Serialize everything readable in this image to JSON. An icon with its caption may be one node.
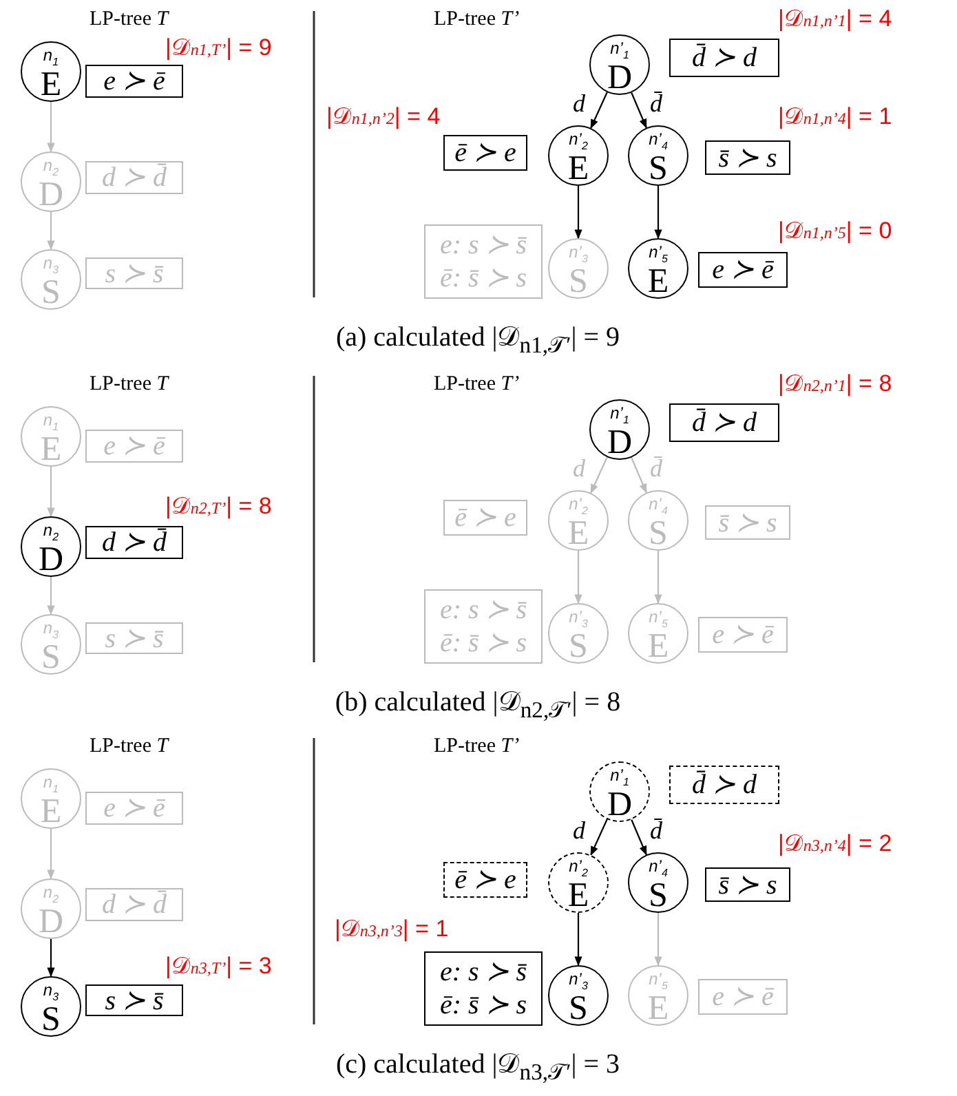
{
  "diagram": {
    "nodes": [
      {
        "text": [
          "n$_{1}$",
          "E"
        ]
      },
      {
        "text": [
          "e ≻ ē"
        ]
      },
      {
        "text": [
          "n$_{2}$",
          "D"
        ]
      },
      {
        "text": [
          "d ≻ d̄"
        ]
      },
      {
        "text": [
          "n$_{3}$",
          "S"
        ]
      },
      {
        "text": [
          "s ≻ s̄"
        ]
      },
      {
        "text": [
          "n’$_{1}$",
          "D"
        ]
      },
      {
        "text": [
          "d̄ ≻ d"
        ]
      },
      {
        "text": [
          "n’$_{2}$",
          "E"
        ]
      },
      {
        "text": [
          "ē ≻ e"
        ]
      },
      {
        "text": [
          "n’$_{4}$",
          "S"
        ]
      },
      {
        "text": [
          "s̄ ≻ s"
        ]
      },
      {
        "text": [
          "n’$_{3}$",
          "S"
        ]
      },
      {
        "text": [
          "e: s ≻ s̄",
          "ē: s̄ ≻ s"
        ]
      },
      {
        "text": [
          "n’$_{5}$",
          "E"
        ]
      },
      {
        "text": [
          "e ≻ ē"
        ]
      },
      {
        "text": [
          "n$_{1}$",
          "E"
        ]
      },
      {
        "text": [
          "e ≻ ē"
        ]
      },
      {
        "text": [
          "n$_{2}$",
          "D"
        ]
      },
      {
        "text": [
          "d ≻ d̄"
        ]
      },
      {
        "text": [
          "n$_{3}$",
          "S"
        ]
      },
      {
        "text": [
          "s ≻ s̄"
        ]
      },
      {
        "text": [
          "n’$_{1}$",
          "D"
        ]
      },
      {
        "text": [
          "d̄ ≻ d"
        ]
      },
      {
        "text": [
          "n’$_{2}$",
          "E"
        ]
      },
      {
        "text": [
          "ē ≻ e"
        ]
      },
      {
        "text": [
          "n’$_{4}$",
          "S"
        ]
      },
      {
        "text": [
          "s̄ ≻ s"
        ]
      },
      {
        "text": [
          "n’$_{3}$",
          "S"
        ]
      },
      {
        "text": [
          "e: s ≻ s̄",
          "ē: s̄ ≻ s"
        ]
      },
      {
        "text": [
          "n’$_{5}$",
          "E"
        ]
      },
      {
        "text": [
          "e ≻ ē"
        ]
      },
      {
        "text": [
          "n$_{1}$",
          "E"
        ]
      },
      {
        "text": [
          "e ≻ ē"
        ]
      },
      {
        "text": [
          "n$_{2}$",
          "D"
        ]
      },
      {
        "text": [
          "d ≻ d̄"
        ]
      },
      {
        "text": [
          "n$_{3}$",
          "S"
        ]
      },
      {
        "text": [
          "s ≻ s̄"
        ]
      },
      {
        "text": [
          "n’$_{1}$",
          "D"
        ]
      },
      {
        "text": [
          "d̄ ≻ d"
        ]
      },
      {
        "text": [
          "n’$_{2}$",
          "E"
        ]
      },
      {
        "text": [
          "ē ≻ e"
        ]
      },
      {
        "text": [
          "n’$_{4}$",
          "S"
        ]
      },
      {
        "text": [
          "s̄ ≻ s"
        ]
      },
      {
        "text": [
          "n’$_{3}$",
          "S"
        ]
      },
      {
        "text": [
          "e: s ≻ s̄",
          "ē: s̄ ≻ s"
        ]
      },
      {
        "text": [
          "n’$_{5}$",
          "E"
        ]
      },
      {
        "text": [
          "e ≻ ē"
        ]
      }
    ],
    "edges": [
      {
        "from": 0,
        "to": 2,
        "arrow": "to"
      },
      {
        "from": 2,
        "to": 4,
        "arrow": "to"
      },
      {
        "from": 6,
        "to": 8,
        "arrow": "to",
        "label": "d",
        "color": "#000000"
      },
      {
        "from": 6,
        "to": 10,
        "arrow": "to",
        "label": "d̄",
        "color": "#000000"
      },
      {
        "from": 8,
        "to": 12,
        "arrow": "to",
        "color": "#000000"
      },
      {
        "from": 10,
        "to": 14,
        "arrow": "to",
        "color": "#000000"
      },
      {
        "from": 16,
        "to": 18,
        "arrow": "to"
      },
      {
        "from": 18,
        "to": 20,
        "arrow": "to"
      },
      {
        "from": 22,
        "to": 24,
        "arrow": "to",
        "label": "d"
      },
      {
        "from": 22,
        "to": 26,
        "arrow": "to",
        "label": "d̄"
      },
      {
        "from": 24,
        "to": 28,
        "arrow": "to"
      },
      {
        "from": 26,
        "to": 30,
        "arrow": "to"
      },
      {
        "from": 32,
        "to": 34,
        "arrow": "to"
      },
      {
        "from": 34,
        "to": 36,
        "arrow": "to",
        "color": "#000000"
      },
      {
        "from": 38,
        "to": 40,
        "arrow": "to",
        "label": "d",
        "color": "#000000"
      },
      {
        "from": 38,
        "to": 42,
        "arrow": "to",
        "label": "d̄",
        "color": "#000000"
      },
      {
        "from": 40,
        "to": 44,
        "arrow": "to",
        "color": "#000000"
      },
      {
        "from": 42,
        "to": 46,
        "arrow": "to"
      }
    ],
    "labels": [
      "LP-tree *T*",
      "LP-tree *T’*",
      "|𝒟$_{n1,n’1}$| = 4",
      "|𝒟$_{n1,T’}$| = 9",
      "|𝒟$_{n1,n’2}$| = 4",
      "|𝒟$_{n1,n’4}$| = 1",
      "|𝒟$_{n1,n’5}$| = 0",
      "(a) calculated |𝒟$_{n1,𝒯′}$| = 9",
      "LP-tree *T*",
      "LP-tree *T’*",
      "|𝒟$_{n2,n’1}$| = 8",
      "|𝒟$_{n2,T’}$| = 8",
      "(b) calculated |𝒟$_{n2,𝒯′}$| = 8",
      "LP-tree *T*",
      "LP-tree *T’*",
      "|𝒟$_{n3,n’4}$| = 2",
      "|𝒟$_{n3,n’3}$| = 1",
      "|𝒟$_{n3,T’}$| = 3",
      "(c) calculated |𝒟$_{n3,𝒯′}$| = 3"
    ]
  }
}
